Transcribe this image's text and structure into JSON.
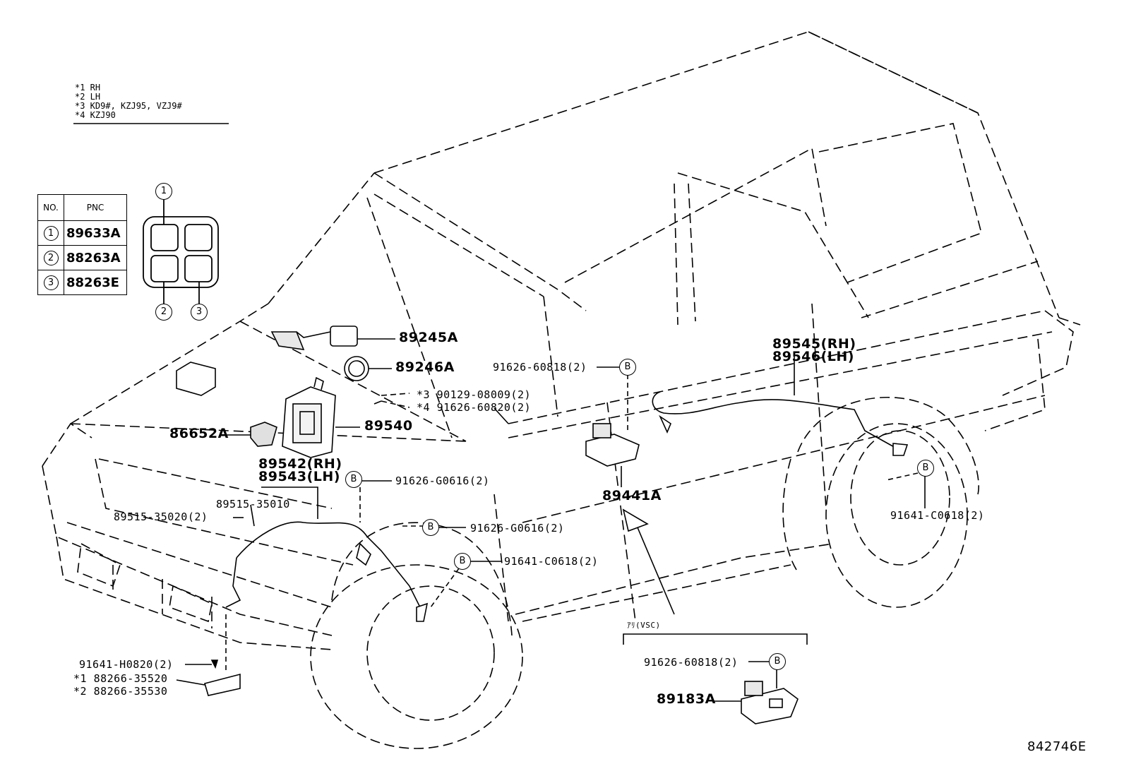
{
  "notes": {
    "n1": "*1 RH",
    "n2": "*2 LH",
    "n3": "*3 KD9#, KZJ95, VZJ9#",
    "n4": "*4 KZJ90"
  },
  "table": {
    "header_no": "NO.",
    "header_pnc": "PNC",
    "rows": [
      {
        "no": "1",
        "pnc": "89633A"
      },
      {
        "no": "2",
        "pnc": "88263A"
      },
      {
        "no": "3",
        "pnc": "88263E"
      }
    ]
  },
  "connector_callouts": [
    "1",
    "2",
    "3"
  ],
  "ref_marker": "B",
  "parts": {
    "p89245A": "89245A",
    "p89246A": "89246A",
    "p90129": "*3 90129-08009(2)",
    "p91626_60820": "*4 91626-60820(2)",
    "p86652A": "86652A",
    "p89540": "89540",
    "p89542": "89542(RH)",
    "p89543": "89543(LH)",
    "p89515_35010": "89515-35010",
    "p89515_35020": "89515-35020(2)",
    "p91626_G0616_a": "91626-G0616(2)",
    "p91626_G0616_b": "91626-G0616(2)",
    "p91641_C0618_a": "91641-C0618(2)",
    "p91626_60818_a": "91626-60818(2)",
    "p89441A": "89441A",
    "p89545": "89545(RH)",
    "p89546": "89546(LH)",
    "p91641_C0618_b": "91641-C0618(2)",
    "p91641_H0820": "91641-H0820(2)",
    "p88266_35520": "*1 88266-35520",
    "p88266_35530": "*2 88266-35530",
    "vsc_label": "ｱﾘ(VSC)",
    "p91626_60818_b": "91626-60818(2)",
    "p89183A": "89183A"
  },
  "diagram_id": "842746E"
}
